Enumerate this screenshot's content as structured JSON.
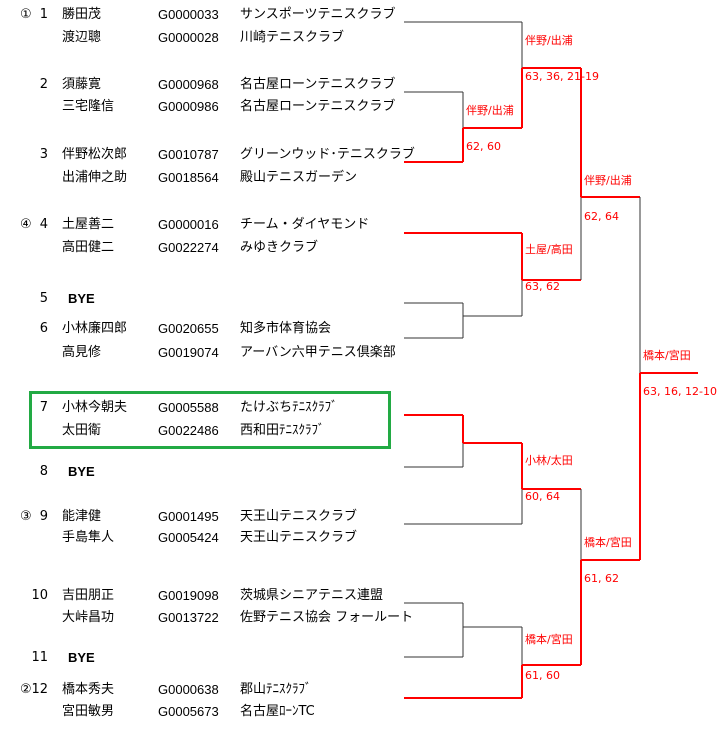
{
  "entries": [
    {
      "seed": "①",
      "no": "1",
      "players": [
        {
          "name": "勝田茂",
          "id": "G0000033",
          "club": "サンスポーツテニスクラブ"
        },
        {
          "name": "渡辺聰",
          "id": "G0000028",
          "club": "川崎テニスクラブ"
        }
      ]
    },
    {
      "seed": "",
      "no": "2",
      "players": [
        {
          "name": "須藤寛",
          "id": "G0000968",
          "club": "名古屋ローンテニスクラブ"
        },
        {
          "name": "三宅隆信",
          "id": "G0000986",
          "club": "名古屋ローンテニスクラブ"
        }
      ]
    },
    {
      "seed": "",
      "no": "3",
      "players": [
        {
          "name": "伴野松次郎",
          "id": "G0010787",
          "club": "グリーンウッド･テニスクラブ"
        },
        {
          "name": "出浦伸之助",
          "id": "G0018564",
          "club": "殿山テニスガーデン"
        }
      ]
    },
    {
      "seed": "④",
      "no": "4",
      "players": [
        {
          "name": "土屋善二",
          "id": "G0000016",
          "club": "チーム・ダイヤモンド"
        },
        {
          "name": "高田健二",
          "id": "G0022274",
          "club": "みゆきクラブ"
        }
      ]
    },
    {
      "seed": "",
      "no": "5",
      "bye": "BYE"
    },
    {
      "seed": "",
      "no": "6",
      "players": [
        {
          "name": "小林廉四郎",
          "id": "G0020655",
          "club": "知多市体育協会"
        },
        {
          "name": "高見修",
          "id": "G0019074",
          "club": "アーバン六甲テニス倶楽部"
        }
      ]
    },
    {
      "seed": "",
      "no": "7",
      "players": [
        {
          "name": "小林今朝夫",
          "id": "G0005588",
          "club": "たけぶちﾃﾆｽｸﾗﾌﾞ"
        },
        {
          "name": "太田衛",
          "id": "G0022486",
          "club": "西和田ﾃﾆｽｸﾗﾌﾞ"
        }
      ]
    },
    {
      "seed": "",
      "no": "8",
      "bye": "BYE"
    },
    {
      "seed": "③",
      "no": "9",
      "players": [
        {
          "name": "能津健",
          "id": "G0001495",
          "club": "天王山テニスクラブ"
        },
        {
          "name": "手島隼人",
          "id": "G0005424",
          "club": "天王山テニスクラブ"
        }
      ]
    },
    {
      "seed": "",
      "no": "10",
      "players": [
        {
          "name": "吉田朋正",
          "id": "G0019098",
          "club": "茨城県シニアテニス連盟"
        },
        {
          "name": "大峠昌功",
          "id": "G0013722",
          "club": "佐野テニス協会 フォールート"
        }
      ]
    },
    {
      "seed": "",
      "no": "11",
      "bye": "BYE"
    },
    {
      "seed": "②",
      "no": "12",
      "players": [
        {
          "name": "橋本秀夫",
          "id": "G0000638",
          "club": "郡山ﾃﾆｽｸﾗﾌﾞ"
        },
        {
          "name": "宮田敏男",
          "id": "G0005673",
          "club": "名古屋ﾛｰﾝTC"
        }
      ]
    }
  ],
  "results": [
    {
      "winner": "伴野/出浦",
      "score": "62, 60"
    },
    {
      "winner": "伴野/出浦",
      "score": "63, 36, 21-19"
    },
    {
      "winner": "土屋/高田",
      "score": "63, 62"
    },
    {
      "winner": "伴野/出浦",
      "score": "62, 64"
    },
    {
      "winner": "小林/太田",
      "score": "60, 64"
    },
    {
      "winner": "橋本/宮田",
      "score": "61, 60"
    },
    {
      "winner": "橋本/宮田",
      "score": "61, 62"
    },
    {
      "winner": "橋本/宮田",
      "score": "63, 16, 12-10"
    }
  ],
  "colors": {
    "win": "#ff0000",
    "line": "#333333",
    "highlight": "#22aa44"
  }
}
